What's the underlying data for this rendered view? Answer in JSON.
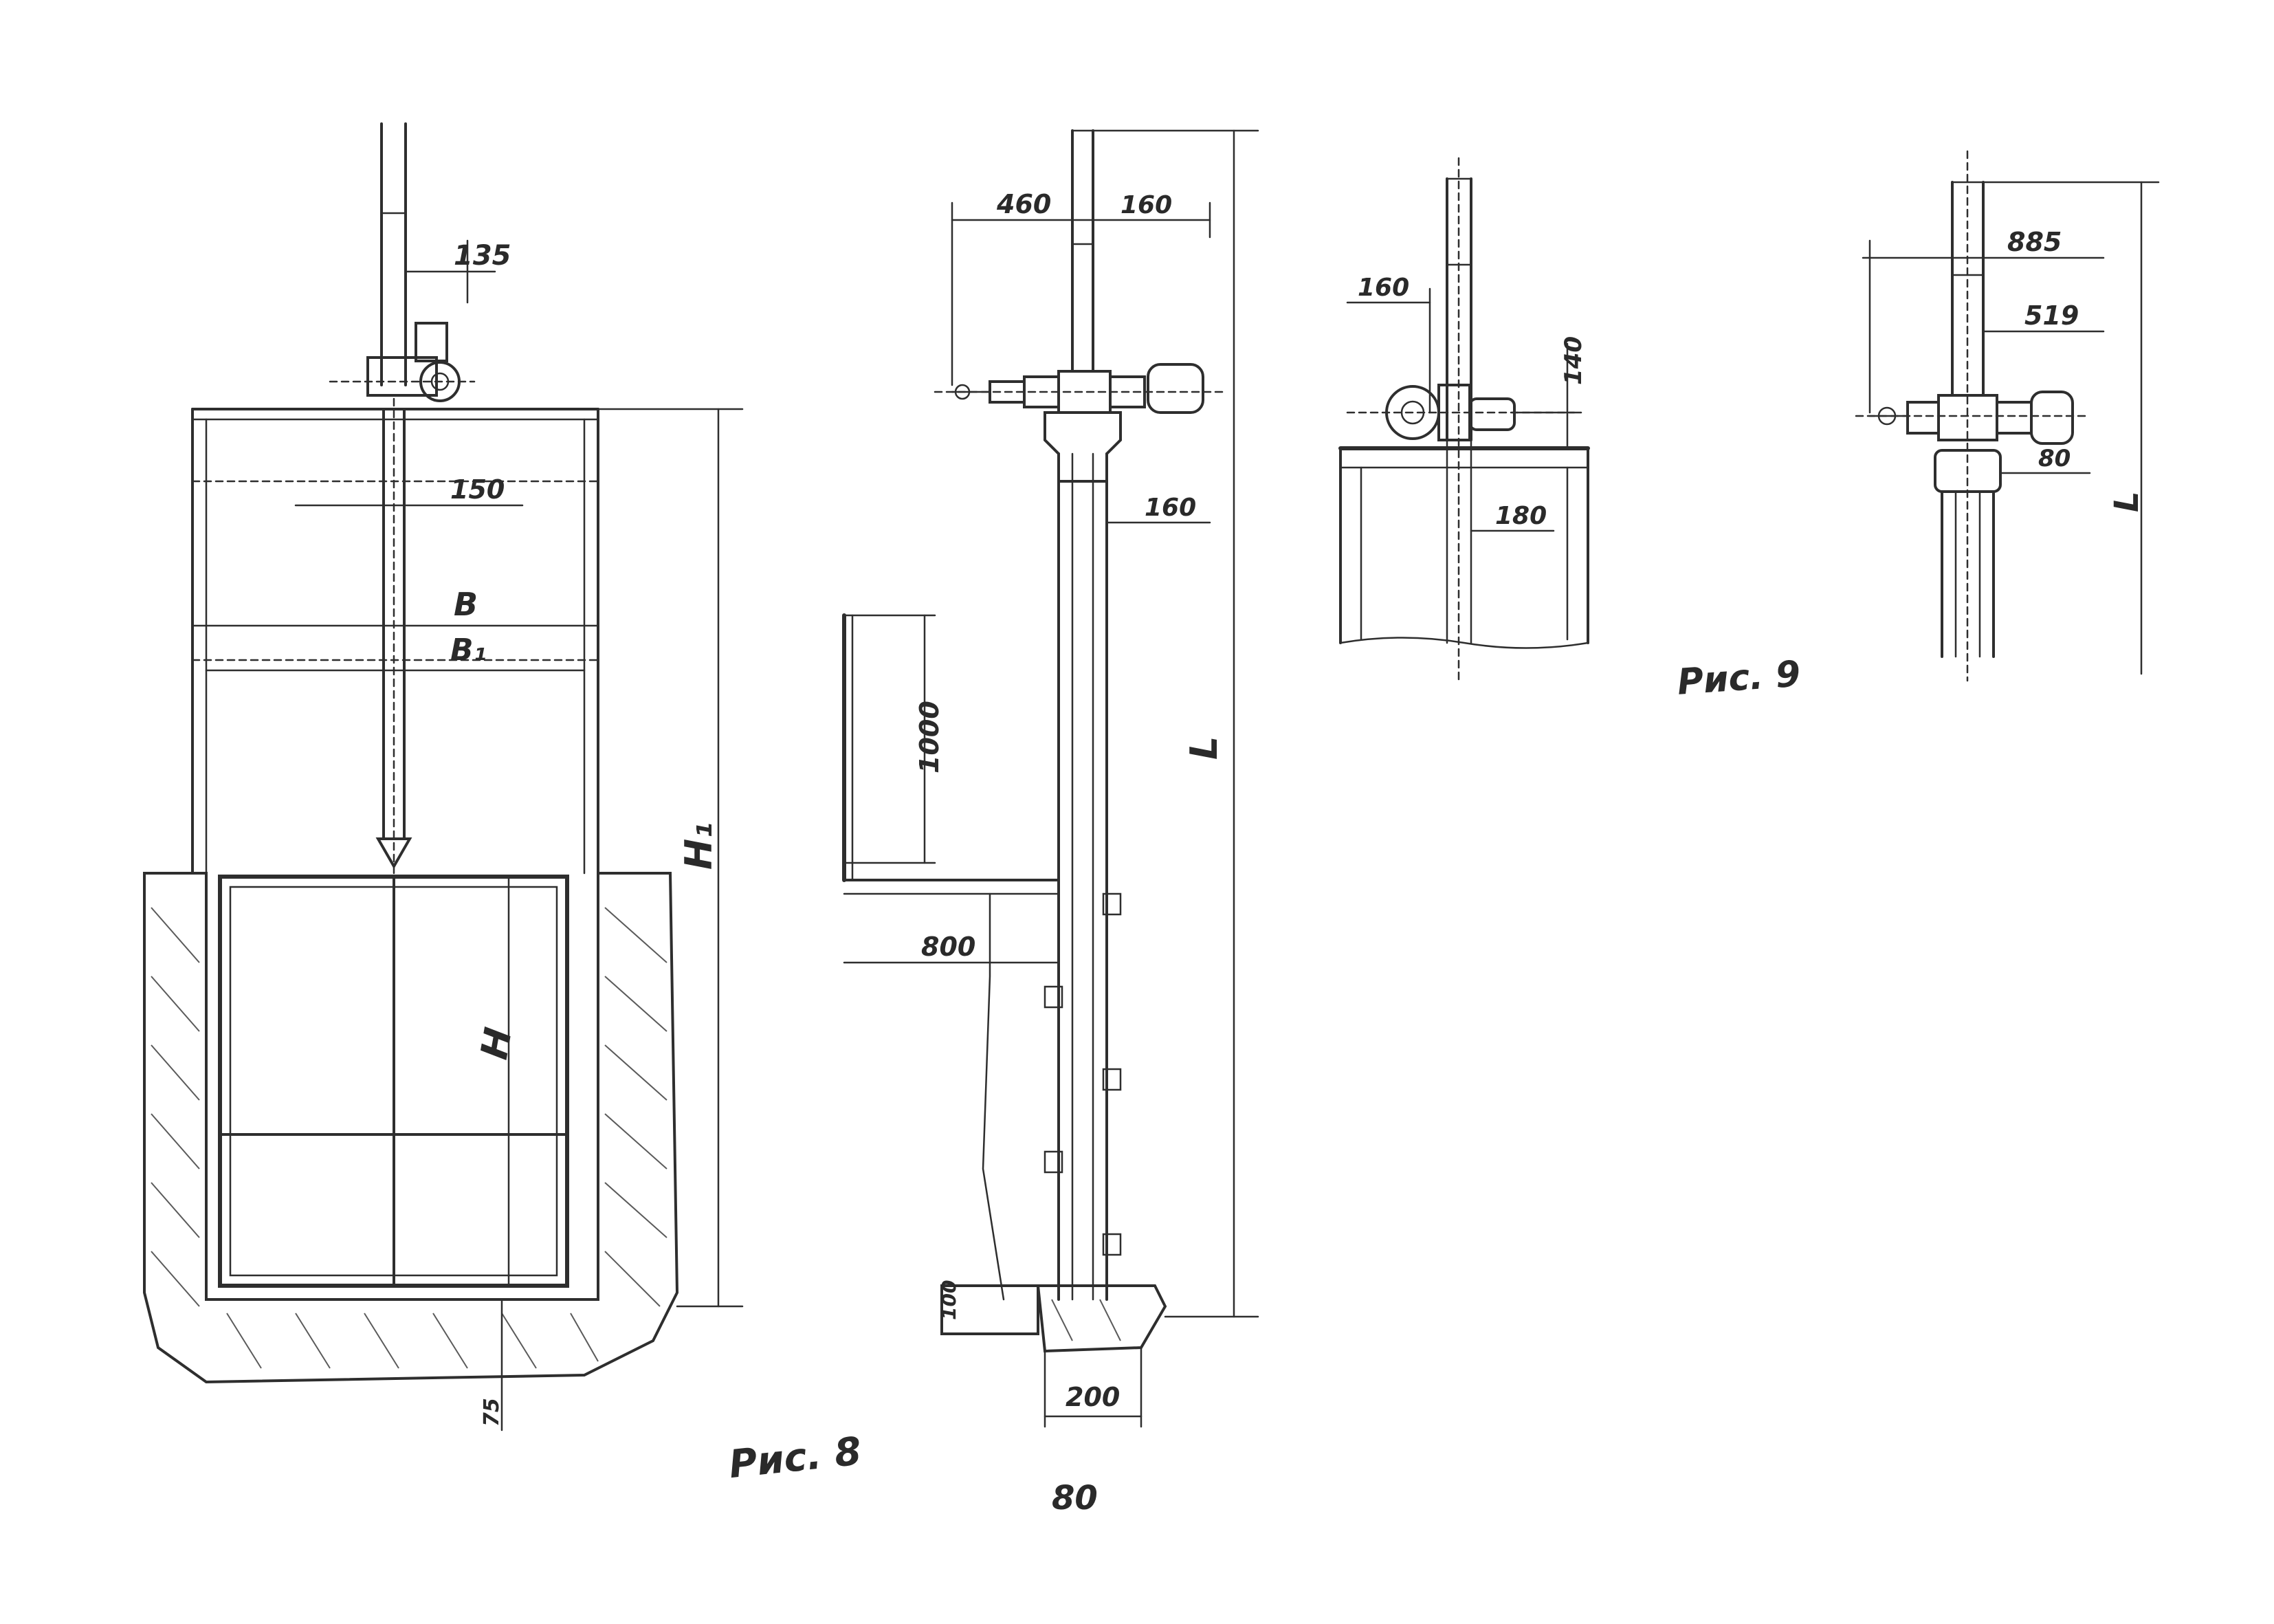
{
  "figures": {
    "fig8_label": "Рис. 8",
    "fig9_label": "Рис. 9"
  },
  "page_number": "80",
  "dimensions": {
    "d135": "135",
    "d150": "150",
    "dB": "В",
    "dB1": "В₁",
    "dH1": "Н₁",
    "dH": "Н",
    "d75": "75",
    "d460": "460",
    "d160a": "160",
    "d160b": "160",
    "d1000": "1000",
    "d800": "800",
    "dL": "L",
    "d100": "100",
    "d200": "200",
    "d160c": "160",
    "d140": "140",
    "d180": "180",
    "d885": "885",
    "d519": "519",
    "d80": "80",
    "dL2": "L"
  },
  "colors": {
    "ink": "#2e2e2e",
    "paper": "#ffffff"
  }
}
